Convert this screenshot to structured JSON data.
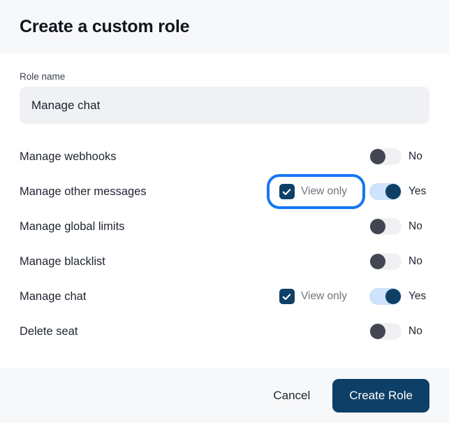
{
  "header": {
    "title": "Create a custom role"
  },
  "form": {
    "role_name_label": "Role name",
    "role_name_value": "Manage chat",
    "role_name_placeholder": "Role name"
  },
  "labels": {
    "view_only": "View only",
    "yes": "Yes",
    "no": "No"
  },
  "permissions": [
    {
      "label": "Manage webhooks",
      "has_view_only": false,
      "view_only_checked": false,
      "view_only_focused": false,
      "toggle_on": false,
      "toggle_text": "No"
    },
    {
      "label": "Manage other messages",
      "has_view_only": true,
      "view_only_checked": true,
      "view_only_focused": true,
      "view_only_label": "View only",
      "toggle_on": true,
      "toggle_text": "Yes"
    },
    {
      "label": "Manage global limits",
      "has_view_only": false,
      "view_only_checked": false,
      "view_only_focused": false,
      "toggle_on": false,
      "toggle_text": "No"
    },
    {
      "label": "Manage blacklist",
      "has_view_only": false,
      "view_only_checked": false,
      "view_only_focused": false,
      "toggle_on": false,
      "toggle_text": "No"
    },
    {
      "label": "Manage chat",
      "has_view_only": true,
      "view_only_checked": true,
      "view_only_focused": false,
      "view_only_label": "View only",
      "toggle_on": true,
      "toggle_text": "Yes"
    },
    {
      "label": "Delete seat",
      "has_view_only": false,
      "view_only_checked": false,
      "view_only_focused": false,
      "toggle_on": false,
      "toggle_text": "No"
    }
  ],
  "footer": {
    "cancel_label": "Cancel",
    "create_label": "Create Role"
  },
  "colors": {
    "primary_navy": "#0e3f66",
    "focus_blue": "#1676f3",
    "toggle_on_track": "#cde2fb",
    "toggle_off_knob": "#414651",
    "surface_gray": "#f7f8fa",
    "input_gray": "#f0f1f4"
  }
}
